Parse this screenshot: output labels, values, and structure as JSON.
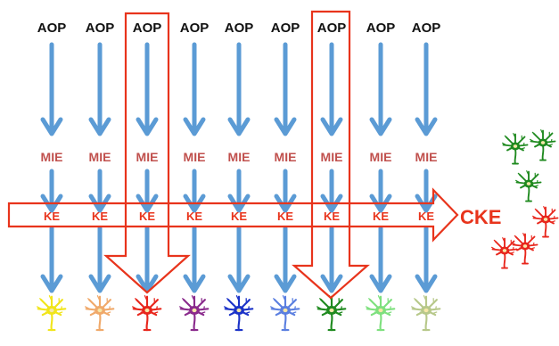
{
  "columns": [
    {
      "aop": "AOP",
      "mie": "MIE",
      "ke": "KE",
      "neuron_color": "#f1e51a"
    },
    {
      "aop": "AOP",
      "mie": "MIE",
      "ke": "KE",
      "neuron_color": "#f0a96a"
    },
    {
      "aop": "AOP",
      "mie": "MIE",
      "ke": "KE",
      "neuron_color": "#e8261c"
    },
    {
      "aop": "AOP",
      "mie": "MIE",
      "ke": "KE",
      "neuron_color": "#8a2a8c"
    },
    {
      "aop": "AOP",
      "mie": "MIE",
      "ke": "KE",
      "neuron_color": "#1c33c8"
    },
    {
      "aop": "AOP",
      "mie": "MIE",
      "ke": "KE",
      "neuron_color": "#5b7fe0"
    },
    {
      "aop": "AOP",
      "mie": "MIE",
      "ke": "KE",
      "neuron_color": "#1f8a1f"
    },
    {
      "aop": "AOP",
      "mie": "MIE",
      "ke": "KE",
      "neuron_color": "#7ee07e"
    },
    {
      "aop": "AOP",
      "mie": "MIE",
      "ke": "KE",
      "neuron_color": "#b7c88a"
    }
  ],
  "cke_label": "CKE",
  "colors": {
    "blue_arrow": "#5b9bd5",
    "red_outline": "#e8341c",
    "mie_text": "#c0504d",
    "ke_text": "#e8341c",
    "aop_text": "#111111"
  },
  "cke_neurons": [
    {
      "color": "#1f8a1f"
    },
    {
      "color": "#1f8a1f"
    },
    {
      "color": "#1f8a1f"
    },
    {
      "color": "#e8261c"
    },
    {
      "color": "#e8261c"
    },
    {
      "color": "#e8261c"
    }
  ]
}
